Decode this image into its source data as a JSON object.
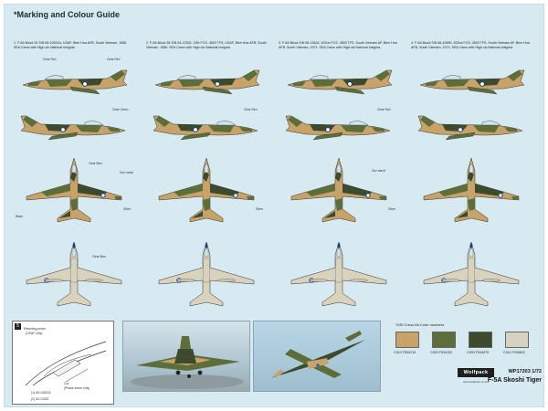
{
  "title": "*Marking and Colour Guide",
  "schemes": [
    {
      "caption": "1. F-5A Block 30 S/N 65-10522A, USAF, Bien Hoa AFB, South Vietnam, 1966. SEA Camo with High-vis National Insignia."
    },
    {
      "caption": "2. F-5A Block 35 S/N 64-13332, 10th FCS, 4503 TFS, USAF, Bien Hoa AFB, South Vietnam, 1966. SEA Camo with High-vis National Insignia."
    },
    {
      "caption": "3. F-5A Block S/N 66-13624, 522nd FCS, 4503 TFS, South Vietnam AF, Bien Hoa AFB, South Vietnam, 1971. SEA Camo with High-vis National Insignia."
    },
    {
      "caption": "4. F-5A Block S/N 66-10690, 522nd FCS, 4503 TFS, South Vietnam AF, Bien Hoa AFB, South Vietnam, 1973. SEA Camo with High-vis National Insignia."
    }
  ],
  "callouts": {
    "clear_red": "Clear Red",
    "clear_blue": "Clear Blue",
    "clear_green": "Clear Green",
    "silver": "Silver",
    "gun_metal": "Gun metal",
    "gun_barrel": "Gun barrel",
    "black": "Black"
  },
  "inset": {
    "number": "5",
    "refueling_probe": "Refueling probe",
    "refueling_note": "(USAF only)",
    "cut": "Cut",
    "cut_note": "(Phase some only)",
    "ref1": "(1) 65-10522A",
    "ref2": "(2) 64-13332"
  },
  "colors": {
    "title": "*GSI Creos Mr.Color numbers",
    "swatches": [
      {
        "code": "C310 FS30219",
        "hex": "#c7a36a"
      },
      {
        "code": "C303 FS34102",
        "hex": "#5e6e3a"
      },
      {
        "code": "C309 FS34079",
        "hex": "#3d4a2e"
      },
      {
        "code": "C311 FS36622",
        "hex": "#d7d2bf"
      }
    ]
  },
  "product": {
    "brand": "Wolfpack",
    "kit_number": "WP17203 1/72",
    "kit_name": "F-5A Skoshi Tiger",
    "url": "www.wolfpack-d.com"
  },
  "camo_colors": {
    "tan": "#c7a36a",
    "green": "#5e6e3a",
    "dark_green": "#3d4a2e",
    "underside": "#d9d2bd",
    "panel_bg": "#d8eaf1"
  }
}
